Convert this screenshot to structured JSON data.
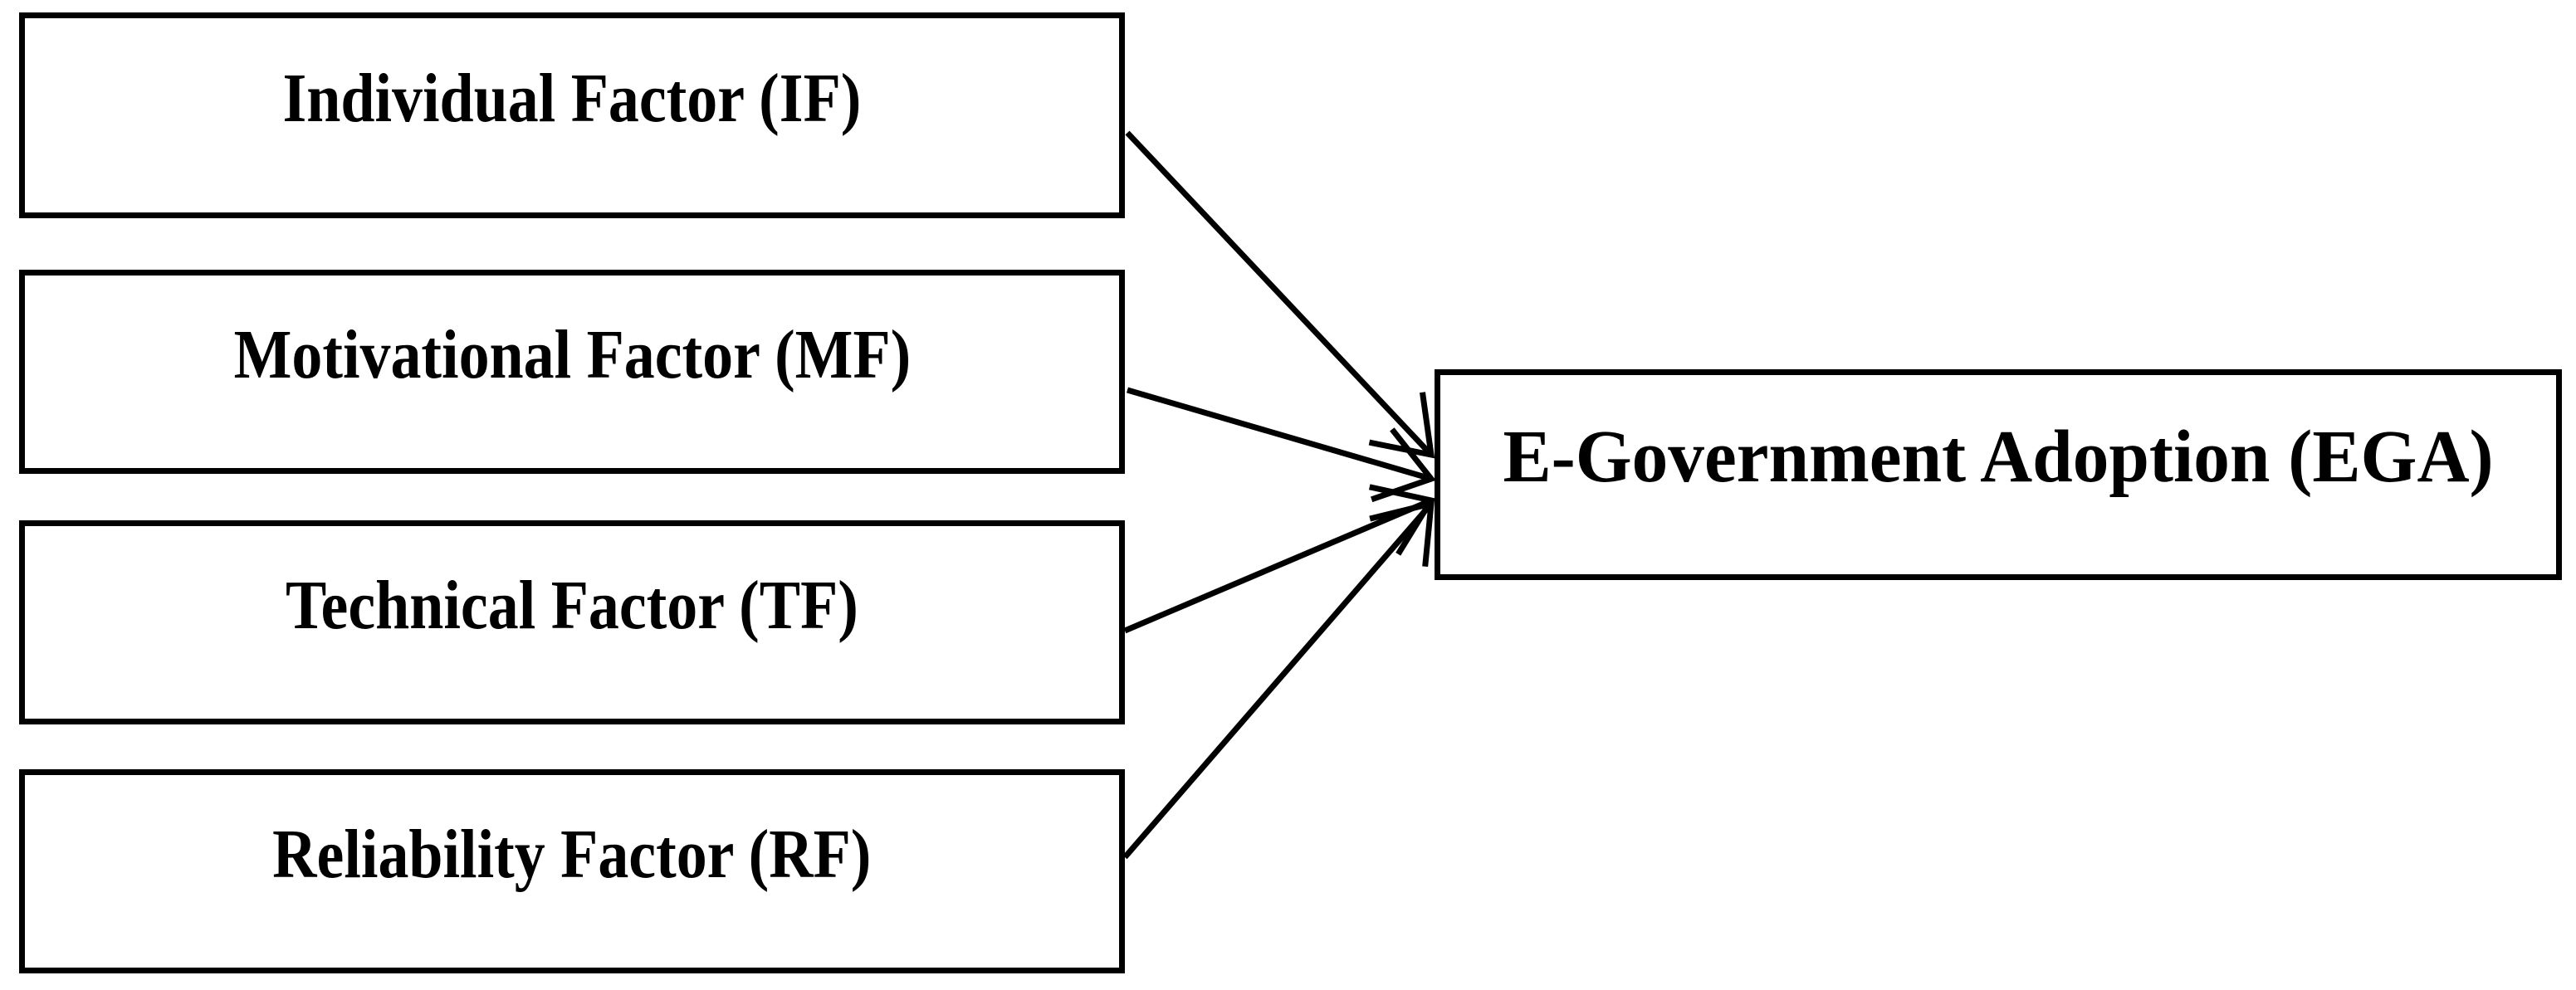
{
  "diagram": {
    "nodes": {
      "if": {
        "label": "Individual Factor (IF)"
      },
      "mf": {
        "label": "Motivational Factor (MF)"
      },
      "tf": {
        "label": "Technical Factor (TF)"
      },
      "rf": {
        "label": "Reliability Factor (RF)"
      },
      "ega": {
        "label": "E-Government Adoption (EGA)"
      }
    },
    "edges": [
      {
        "from": "IF",
        "to": "EGA"
      },
      {
        "from": "MF",
        "to": "EGA"
      },
      {
        "from": "TF",
        "to": "EGA"
      },
      {
        "from": "RF",
        "to": "EGA"
      }
    ],
    "colors": {
      "ink": "#000000",
      "background": "#ffffff"
    }
  }
}
